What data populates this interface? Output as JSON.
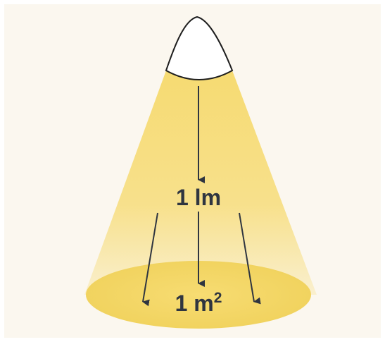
{
  "colors": {
    "background": "#fbf7ef",
    "beam": "#f6d96b",
    "spot": "#f4d86a",
    "arrow": "#2f3540",
    "bulb_outline": "#1e1e1e",
    "bulb_fill": "#ffffff"
  },
  "labels": {
    "flux": "1 lm",
    "area_base": "1 m",
    "area_exponent": "2"
  }
}
